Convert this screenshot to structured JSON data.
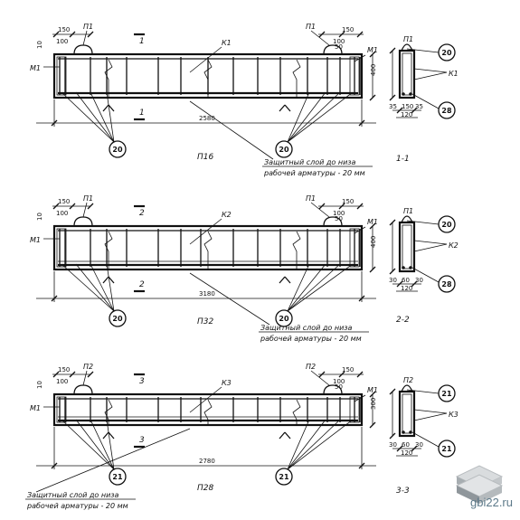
{
  "beams": [
    {
      "id": "pb16",
      "mark": "П16",
      "length": "2580",
      "height": "400",
      "section": "1-1",
      "section_mark": "1",
      "rebar_top": "П1",
      "rebar_end": "М1",
      "frame": "К1",
      "bubble": "20",
      "bubble_bottom": "28",
      "dims_left": [
        "150",
        "100"
      ],
      "dims_right": [
        "150",
        "100"
      ],
      "section_width_dims": [
        "35",
        "150",
        "35"
      ],
      "section_total": "120",
      "ten": "10",
      "fifty": "50",
      "note1": "Защитный слой до низа",
      "note2": "рабочей арматуры - 20 мм"
    },
    {
      "id": "pb32",
      "mark": "П32",
      "length": "3180",
      "height": "400",
      "section": "2-2",
      "section_mark": "2",
      "rebar_top": "П1",
      "rebar_end": "М1",
      "frame": "К2",
      "bubble": "20",
      "bubble_bottom": "28",
      "dims_left": [
        "150",
        "100"
      ],
      "dims_right": [
        "150",
        "100"
      ],
      "section_width_dims": [
        "30",
        "60",
        "30"
      ],
      "section_total": "120",
      "ten": "10",
      "fifty": "50",
      "note1": "Защитный слой до низа",
      "note2": "рабочей арматуры - 20 мм"
    },
    {
      "id": "pb28",
      "mark": "П28",
      "length": "2780",
      "height": "300",
      "section": "3-3",
      "section_mark": "3",
      "rebar_top": "П2",
      "rebar_end": "М1",
      "frame": "К3",
      "bubble": "21",
      "bubble_bottom": "21",
      "dims_left": [
        "150",
        "100"
      ],
      "dims_right": [
        "150",
        "100"
      ],
      "section_width_dims": [
        "30",
        "60",
        "30"
      ],
      "section_total": "120",
      "ten": "10",
      "fifty": "50",
      "note1": "Защитный слой до низа",
      "note2": "рабочей арматуры - 20 мм"
    }
  ],
  "watermark": {
    "text": "gbi22.ru",
    "color": "#5d7a8a"
  }
}
